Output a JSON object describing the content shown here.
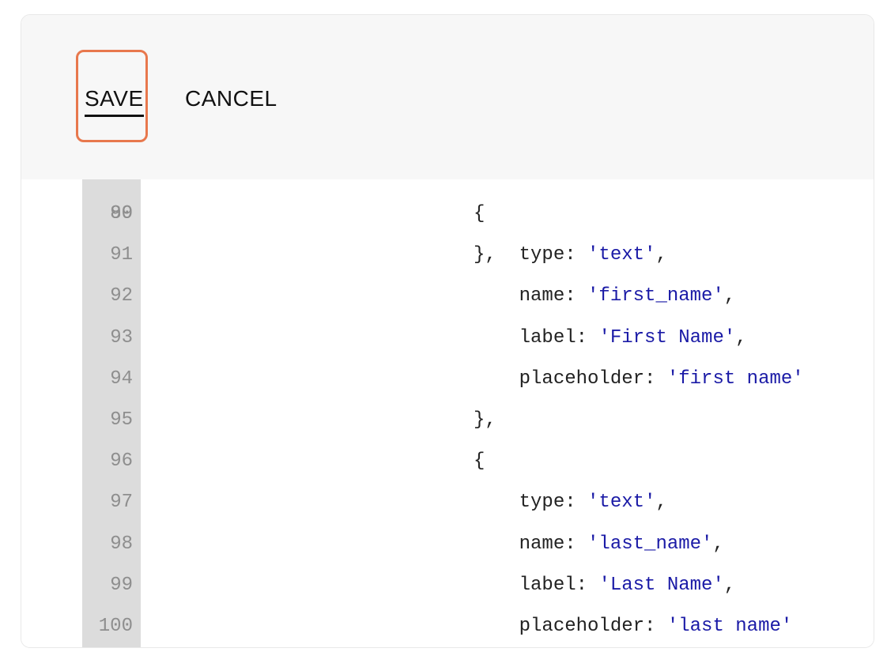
{
  "toolbar": {
    "save_label": "SAVE",
    "cancel_label": "CANCEL"
  },
  "editor": {
    "partial_top_line": {
      "number": "89",
      "code": "},"
    },
    "lines": [
      {
        "number": "90",
        "indent": "",
        "key": "{",
        "value": "",
        "suffix": ""
      },
      {
        "number": "91",
        "indent": "    ",
        "key": "type: ",
        "value": "'text'",
        "suffix": ","
      },
      {
        "number": "92",
        "indent": "    ",
        "key": "name: ",
        "value": "'first_name'",
        "suffix": ","
      },
      {
        "number": "93",
        "indent": "    ",
        "key": "label: ",
        "value": "'First Name'",
        "suffix": ","
      },
      {
        "number": "94",
        "indent": "    ",
        "key": "placeholder: ",
        "value": "'first name'",
        "suffix": ""
      },
      {
        "number": "95",
        "indent": "",
        "key": "},",
        "value": "",
        "suffix": ""
      },
      {
        "number": "96",
        "indent": "",
        "key": "{",
        "value": "",
        "suffix": ""
      },
      {
        "number": "97",
        "indent": "    ",
        "key": "type: ",
        "value": "'text'",
        "suffix": ","
      },
      {
        "number": "98",
        "indent": "    ",
        "key": "name: ",
        "value": "'last_name'",
        "suffix": ","
      },
      {
        "number": "99",
        "indent": "    ",
        "key": "label: ",
        "value": "'Last Name'",
        "suffix": ","
      },
      {
        "number": "100",
        "indent": "    ",
        "key": "placeholder: ",
        "value": "'last name'",
        "suffix": ""
      }
    ]
  },
  "colors": {
    "highlight_border": "#e8784d",
    "string_literal": "#1a1aa6",
    "gutter_background": "#dcdcdc"
  }
}
